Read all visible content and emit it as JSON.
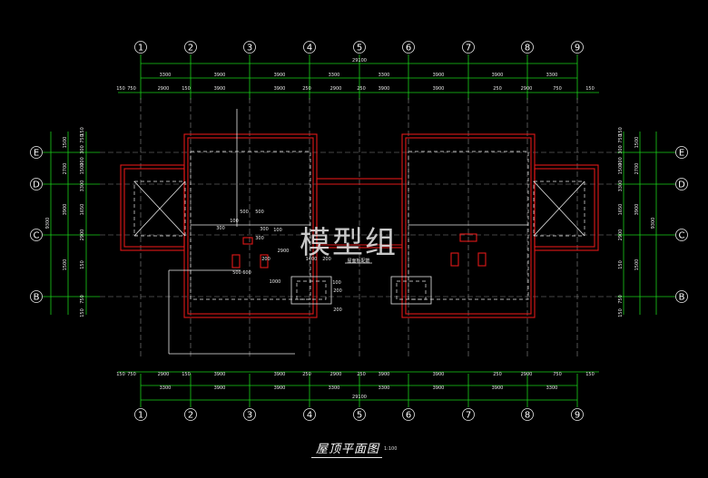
{
  "drawing": {
    "title": "屋顶平面图",
    "scale": "1:100",
    "watermark": "模型组"
  },
  "axes_vertical": [
    "1",
    "2",
    "3",
    "4",
    "5",
    "6",
    "7",
    "8",
    "9"
  ],
  "axes_horizontal": [
    "E",
    "D",
    "C",
    "B"
  ],
  "dims_top_total": "29100",
  "dims_top_outer": [
    "3300",
    "3900",
    "3900",
    "3300",
    "3300",
    "3900",
    "3900",
    "3300"
  ],
  "dims_top_inner": [
    "150",
    "750",
    "2900",
    "150",
    "3900",
    "3900",
    "250",
    "2900",
    "250",
    "3900",
    "3900",
    "250",
    "2900",
    "750",
    "150"
  ],
  "dims_bottom_total": "29100",
  "dims_bottom_outer": [
    "3300",
    "3900",
    "3900",
    "3300",
    "3300",
    "3900",
    "3900",
    "3300"
  ],
  "dims_bottom_inner": [
    "150",
    "750",
    "2900",
    "150",
    "3900",
    "3900",
    "250",
    "2900",
    "250",
    "3900",
    "3900",
    "250",
    "2900",
    "750",
    "150"
  ],
  "dims_left_total": "9300",
  "dims_left": [
    "1500",
    "2700",
    "3900",
    "1500"
  ],
  "dims_left_inner": [
    "150",
    "750",
    "300",
    "900",
    "1500",
    "3300",
    "1650",
    "2900",
    "150",
    "750",
    "150"
  ],
  "dims_right_total": "9300",
  "dims_right": [
    "1500",
    "2700",
    "3900",
    "1500"
  ],
  "dims_right_inner": [
    "150",
    "750",
    "300",
    "900",
    "1500",
    "3300",
    "1650",
    "2900",
    "150",
    "750",
    "150"
  ],
  "detail_dims": [
    "100",
    "500",
    "500",
    "300",
    "300",
    "100",
    "300",
    "500",
    "600",
    "200",
    "1400",
    "200",
    "100",
    "1000",
    "200",
    "200",
    "2900"
  ],
  "detail_label": "屋面板配筋"
}
